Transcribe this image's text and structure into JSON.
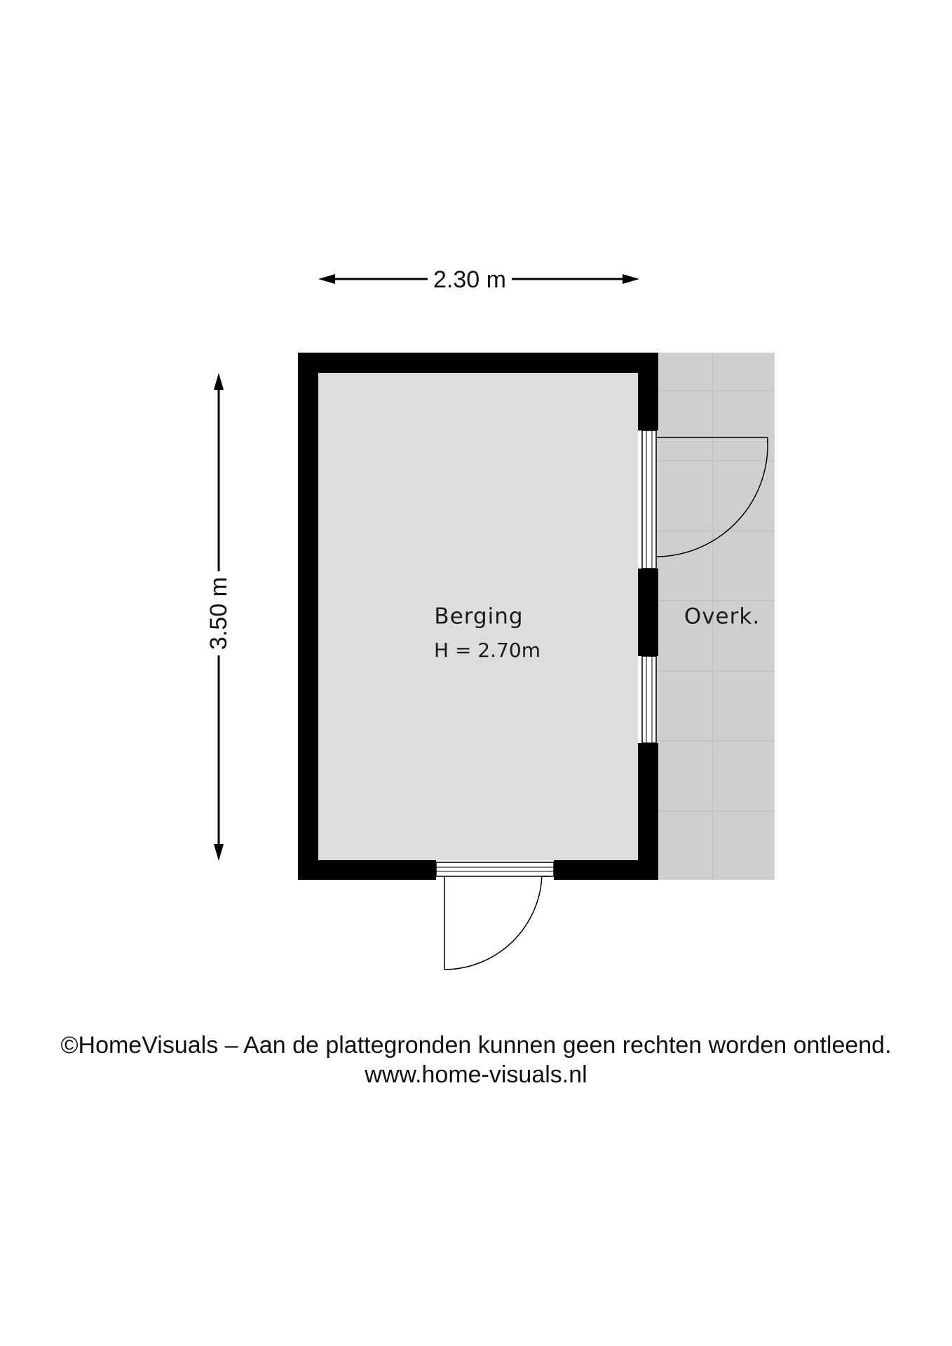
{
  "dimensions": {
    "width": "2.30 m",
    "height": "3.50 m"
  },
  "rooms": {
    "main": {
      "name": "Berging",
      "ceiling_height": "H = 2.70m"
    },
    "outside": {
      "name": "Overk."
    }
  },
  "footer": {
    "copyright": "©HomeVisuals – Aan de plattegronden kunnen geen rechten worden ontleend.",
    "website": "www.home-visuals.nl"
  },
  "colors": {
    "wall": "#000000",
    "room_floor": "#dcdddd",
    "outside_floor": "#cfcfcf",
    "tile_line": "#c2c2c2"
  }
}
